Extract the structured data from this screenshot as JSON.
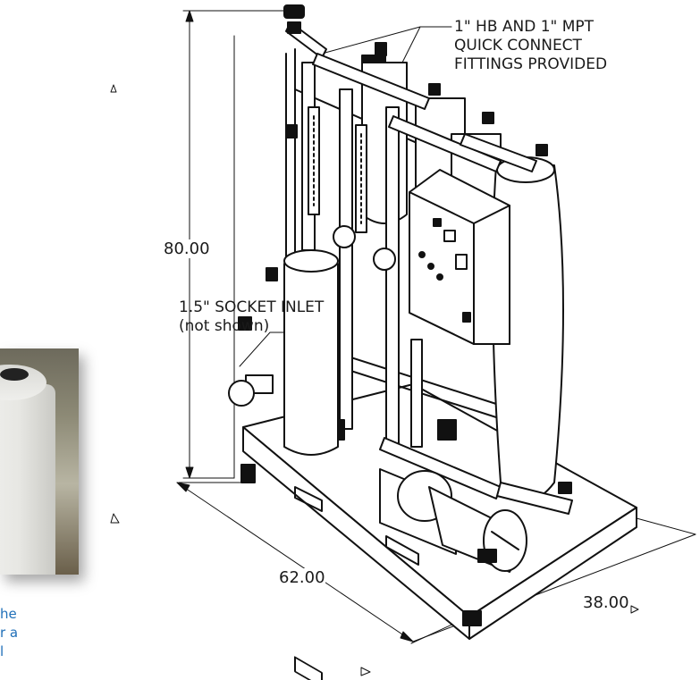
{
  "callouts": {
    "fittings": [
      "1\" HB AND 1\" MPT",
      "QUICK CONNECT",
      "FITTINGS PROVIDED"
    ],
    "inlet": [
      "1.5\" SOCKET INLET",
      "(not shown)"
    ]
  },
  "dimensions": {
    "height": "80.00",
    "length": "62.00",
    "depth": "38.00"
  },
  "caption_fragments": [
    "he",
    "r a",
    "l"
  ]
}
